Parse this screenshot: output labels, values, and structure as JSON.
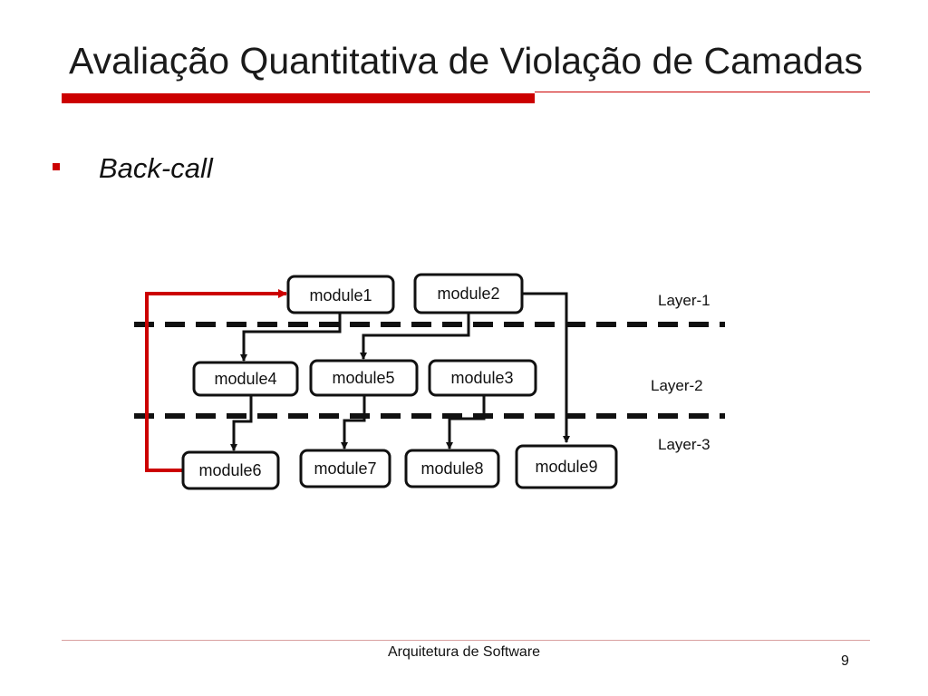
{
  "slide": {
    "title": "Avaliação Quantitativa de Violação de Camadas",
    "bullet": "Back-call",
    "footer": "Arquitetura de Software",
    "page_number": "9"
  },
  "diagram": {
    "layers": [
      "Layer-1",
      "Layer-2",
      "Layer-3"
    ],
    "modules": {
      "m1": "module1",
      "m2": "module2",
      "m4": "module4",
      "m5": "module5",
      "m3": "module3",
      "m6": "module6",
      "m7": "module7",
      "m8": "module8",
      "m9": "module9"
    },
    "edges": [
      {
        "from": "module1",
        "to": "module4",
        "type": "normal"
      },
      {
        "from": "module2",
        "to": "module5",
        "type": "normal"
      },
      {
        "from": "module2",
        "to": "module9",
        "type": "normal"
      },
      {
        "from": "module4",
        "to": "module6",
        "type": "normal"
      },
      {
        "from": "module5",
        "to": "module7",
        "type": "normal"
      },
      {
        "from": "module3",
        "to": "module8",
        "type": "normal"
      },
      {
        "from": "module6",
        "to": "module1",
        "type": "back-call"
      }
    ],
    "colors": {
      "back_call": "#cc0000",
      "normal": "#111111"
    }
  }
}
